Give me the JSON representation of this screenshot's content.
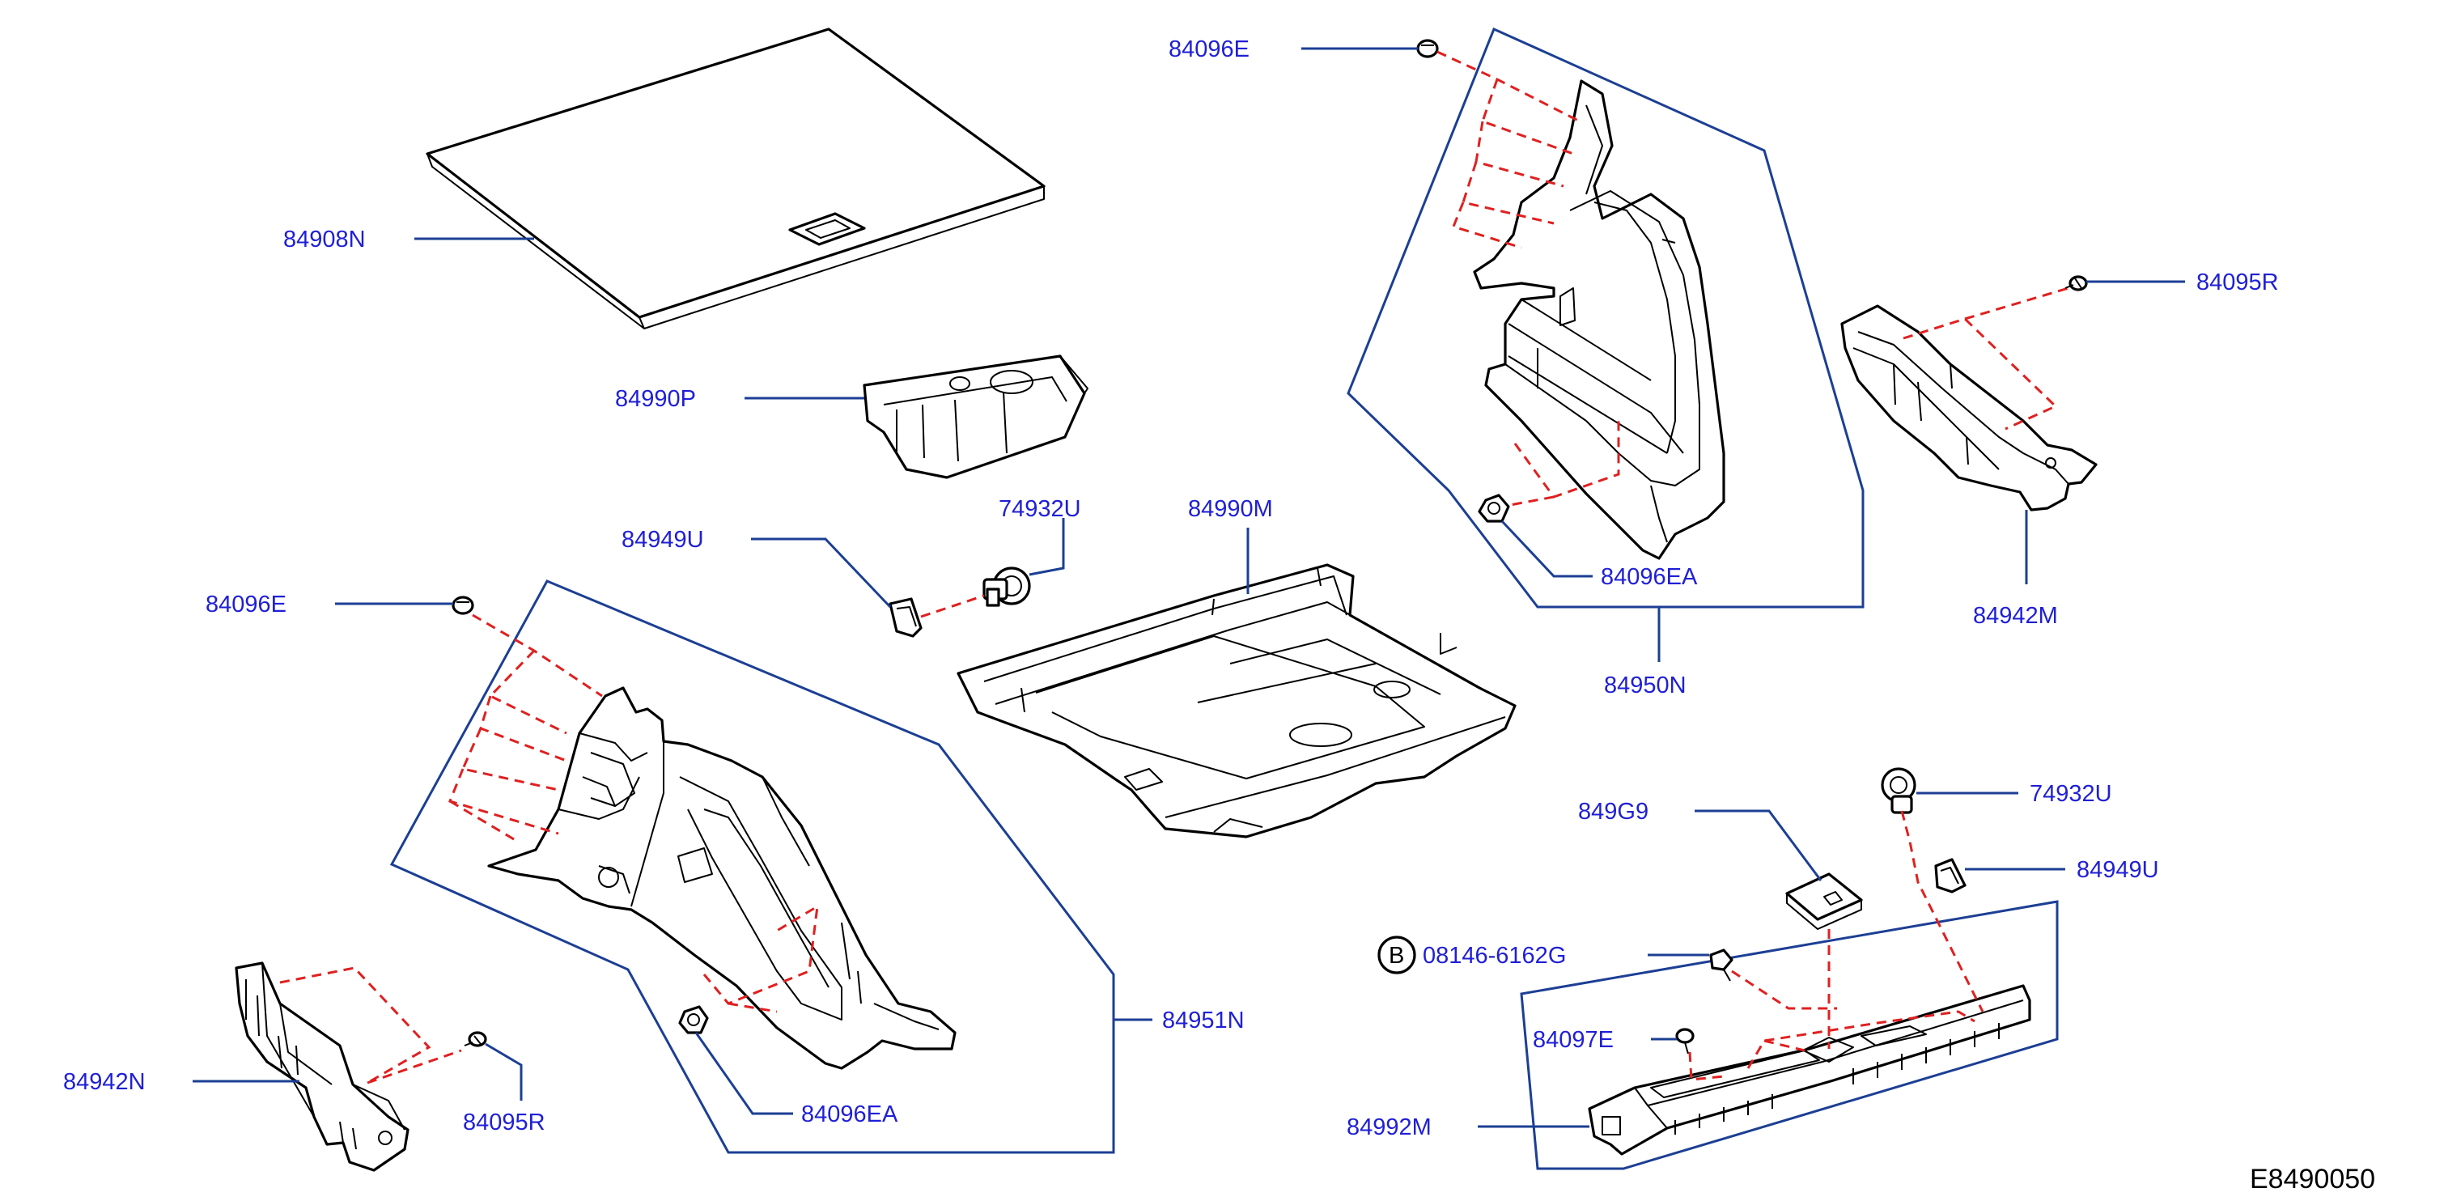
{
  "diagram": {
    "code": "E8490050",
    "bolt_marker": "B",
    "labels": {
      "trunk_board": "84908N",
      "floor_box": "84990P",
      "clip_left": "84949U",
      "hook_left": "74932U",
      "floor_mat": "84990M",
      "clip_e_left": "84096E",
      "trim_left_group": "84951N",
      "clip_ea_left": "84096EA",
      "bracket_left": "84942N",
      "screw_left": "84095R",
      "clip_e_right": "84096E",
      "clip_ea_right": "84096EA",
      "trim_right_group": "84950N",
      "screw_right": "84095R",
      "bracket_right": "84942M",
      "plate": "849G9",
      "hook_right": "74932U",
      "clip_right": "84949U",
      "bolt": "08146-6162G",
      "clip_97": "84097E",
      "sill_plate": "84992M"
    }
  }
}
